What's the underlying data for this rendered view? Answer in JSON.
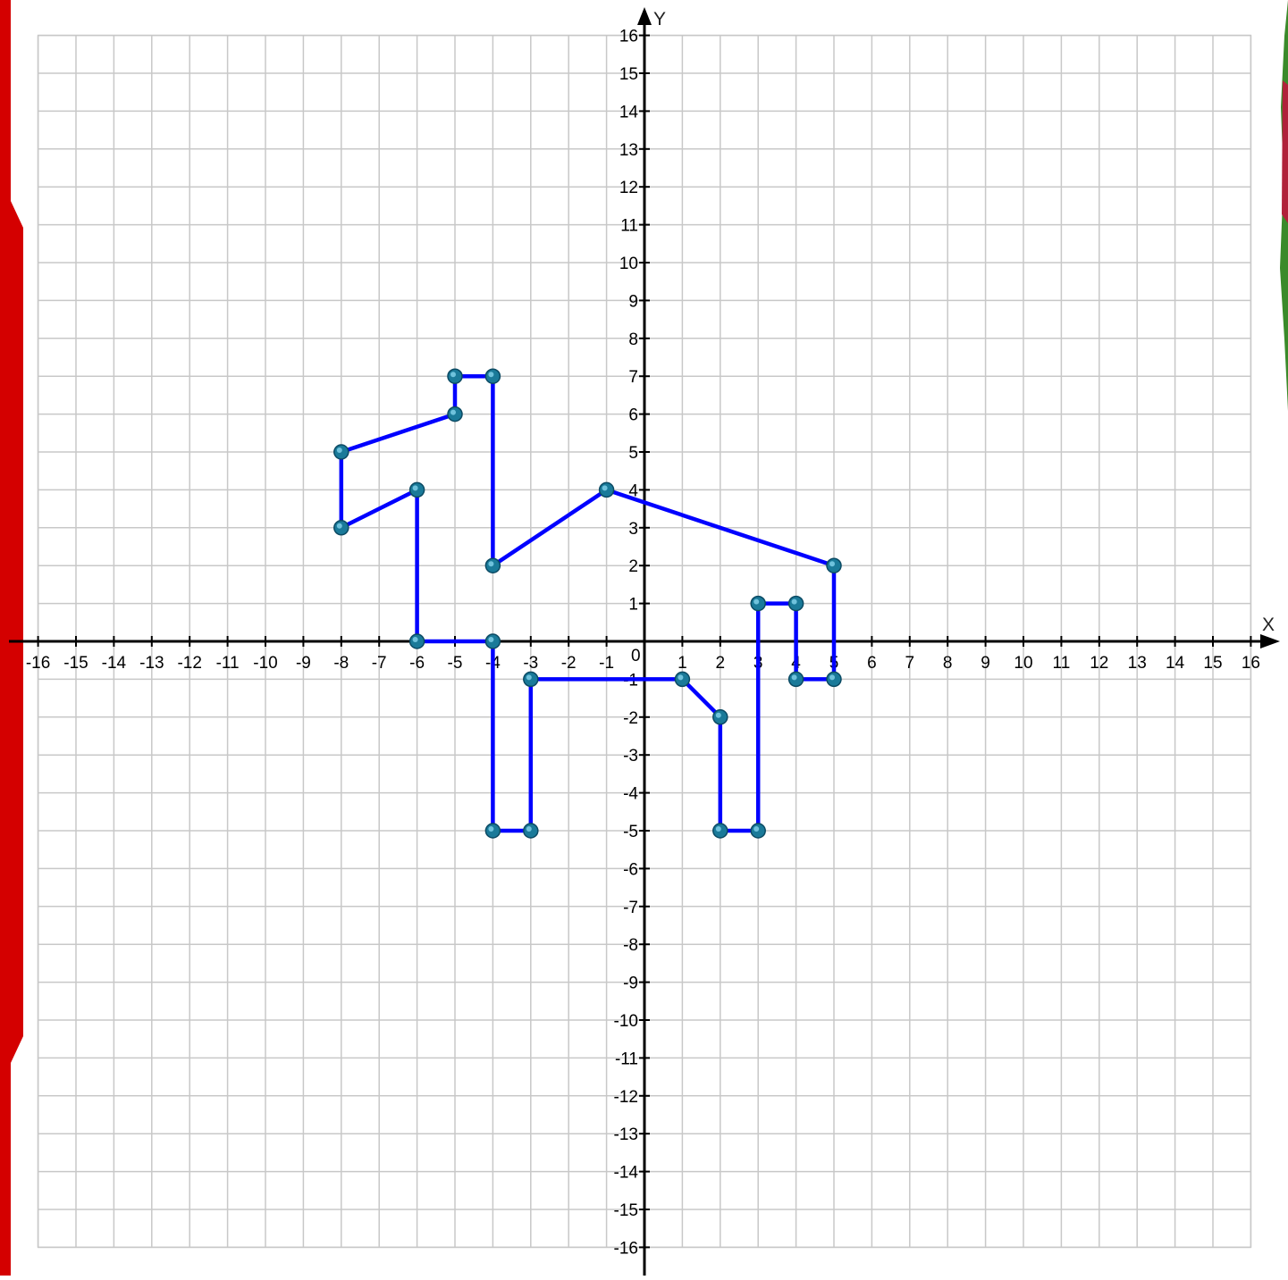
{
  "chart_data": {
    "type": "line",
    "title": "",
    "xlabel": "X",
    "ylabel": "Y",
    "xlim": [
      -16,
      16
    ],
    "ylim": [
      -16,
      16
    ],
    "grid": true,
    "origin_label": "0",
    "x_ticks": [
      -16,
      -15,
      -14,
      -13,
      -12,
      -11,
      -10,
      -9,
      -8,
      -7,
      -6,
      -5,
      -4,
      -3,
      -2,
      -1,
      1,
      2,
      3,
      4,
      5,
      6,
      7,
      8,
      9,
      10,
      11,
      12,
      13,
      14,
      15,
      16
    ],
    "y_ticks": [
      16,
      15,
      14,
      13,
      12,
      11,
      10,
      9,
      8,
      7,
      6,
      5,
      4,
      3,
      2,
      1,
      -1,
      -2,
      -3,
      -4,
      -5,
      -6,
      -7,
      -8,
      -9,
      -10,
      -11,
      -12,
      -13,
      -14,
      -15,
      -16
    ],
    "series": [
      {
        "color": "#0000ff",
        "marker_color": "#1a7a99",
        "closed": true,
        "points": [
          [
            -4,
            0
          ],
          [
            -6,
            0
          ],
          [
            -6,
            4
          ],
          [
            -8,
            3
          ],
          [
            -8,
            5
          ],
          [
            -5,
            6
          ],
          [
            -5,
            7
          ],
          [
            -4,
            7
          ],
          [
            -4,
            2
          ],
          [
            -1,
            4
          ],
          [
            5,
            2
          ],
          [
            5,
            -1
          ],
          [
            4,
            -1
          ],
          [
            4,
            1
          ],
          [
            3,
            1
          ],
          [
            3,
            -5
          ],
          [
            2,
            -5
          ],
          [
            2,
            -2
          ],
          [
            1,
            -1
          ],
          [
            -3,
            -1
          ],
          [
            -3,
            -5
          ],
          [
            -4,
            -5
          ]
        ]
      }
    ]
  },
  "decor": {
    "left_bar_color": "#d40000",
    "right_deco_color": "#3a8a2a"
  }
}
